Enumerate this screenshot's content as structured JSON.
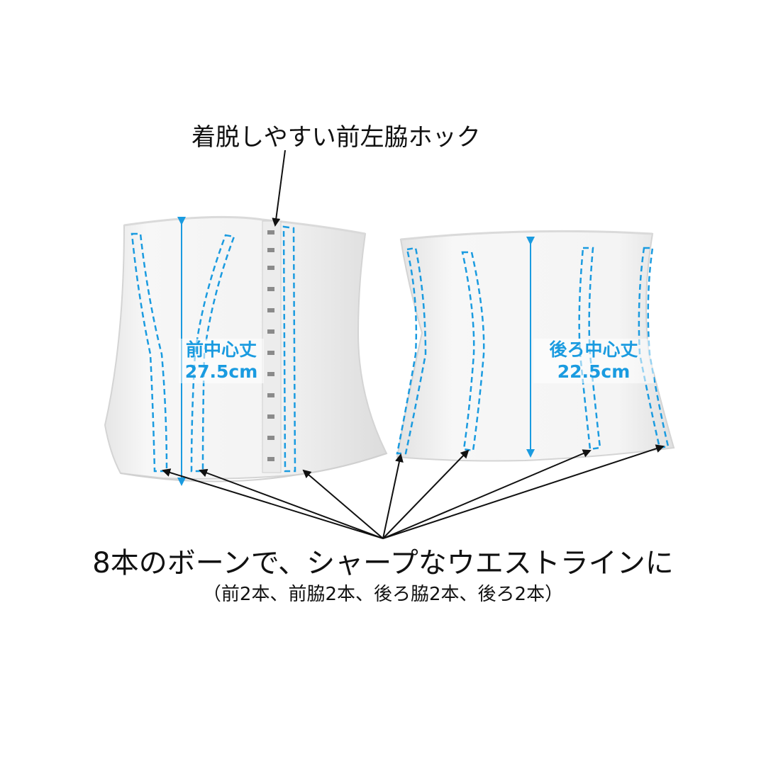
{
  "annotations": {
    "hook": "着脱しやすい前左脇ホック",
    "bones_main": "8本のボーンで、シャープなウエストラインに",
    "bones_detail": "（前2本、前脇2本、後ろ脇2本、後ろ2本）",
    "front_center_label": "前中心丈",
    "front_center_value": "27.5cm",
    "back_center_label": "後ろ中心丈",
    "back_center_value": "22.5cm"
  },
  "colors": {
    "accent": "#1a9be0",
    "garment": "#f2f2f2",
    "text": "#111111"
  }
}
